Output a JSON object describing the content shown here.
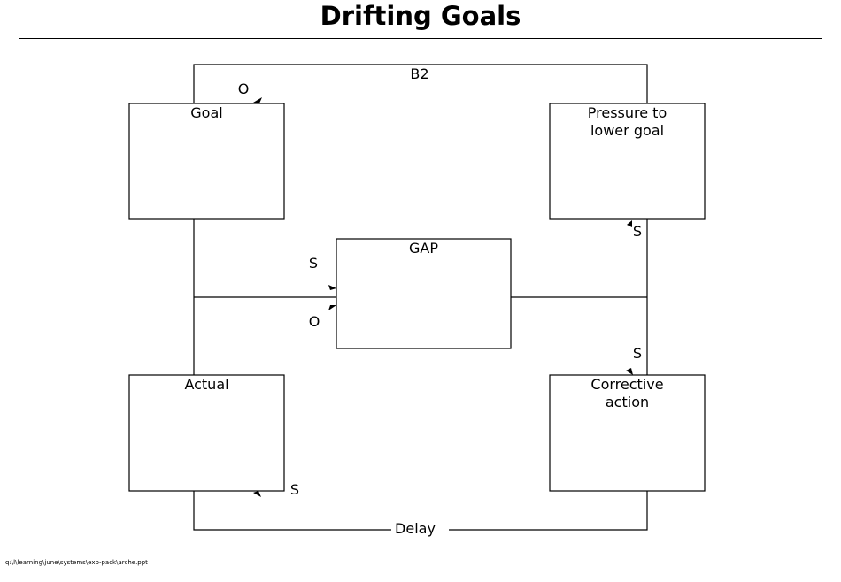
{
  "title": "Drifting Goals",
  "boxes": {
    "goal": "Goal",
    "pressure_line1": "Pressure to",
    "pressure_line2": "lower goal",
    "gap": "GAP",
    "actual": "Actual",
    "corrective_line1": "Corrective",
    "corrective_line2": "action"
  },
  "loop_labels": {
    "b2": "B2",
    "delay": "Delay"
  },
  "polarity": {
    "goal_in": "O",
    "pressure_in": "S",
    "gap_in_top": "S",
    "gap_in_bottom": "O",
    "corrective_in": "S",
    "actual_in": "S"
  },
  "footer_path": "q:\\l\\learning\\june\\systems\\exp-pack\\arche.ppt"
}
